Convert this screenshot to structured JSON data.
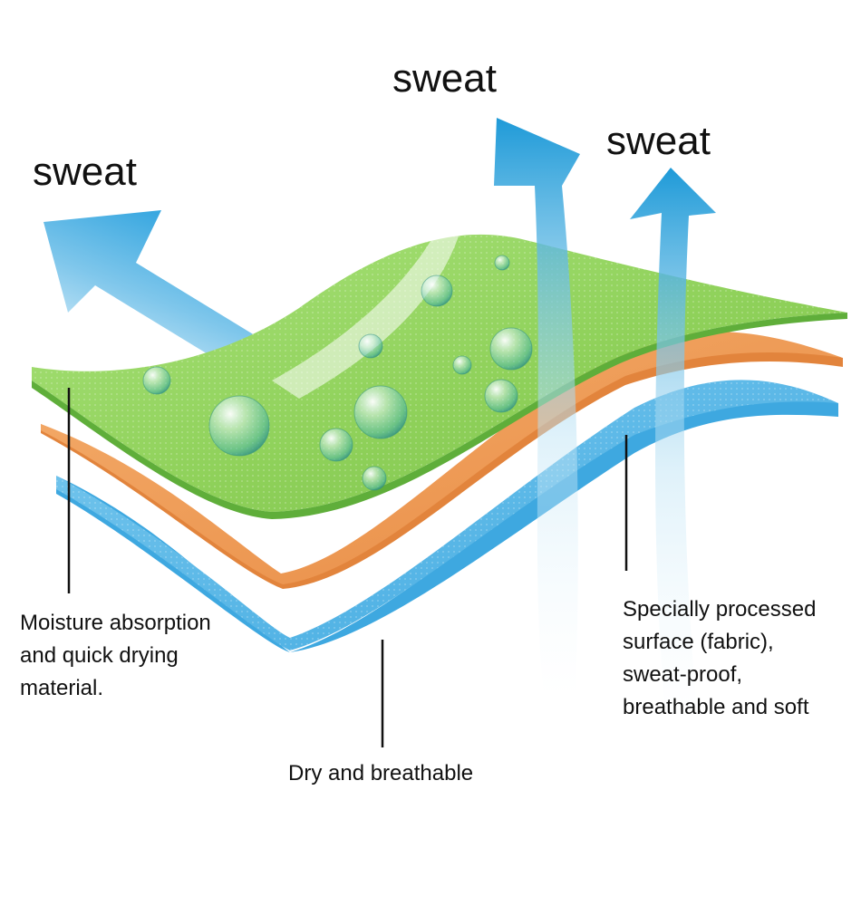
{
  "sweat_labels": [
    "sweat",
    "sweat",
    "sweat"
  ],
  "callouts": {
    "left": [
      "Moisture absorption",
      "and quick drying",
      "material."
    ],
    "bottom": [
      "Dry and breathable"
    ],
    "right": [
      "Specially processed",
      "surface (fabric),",
      "sweat-proof,",
      "breathable and soft"
    ]
  },
  "layers": [
    {
      "name": "top-fabric",
      "color": "#8fd15a"
    },
    {
      "name": "middle-fabric",
      "color": "#ee9a52"
    },
    {
      "name": "bottom-fabric",
      "color": "#5ab7e6"
    }
  ],
  "colors": {
    "arrow": "#2aa1de",
    "leader_line": "#111111",
    "droplet": "#4fb8a8"
  },
  "icons": [
    "sweat-arrow-icon",
    "water-droplet-icon"
  ]
}
